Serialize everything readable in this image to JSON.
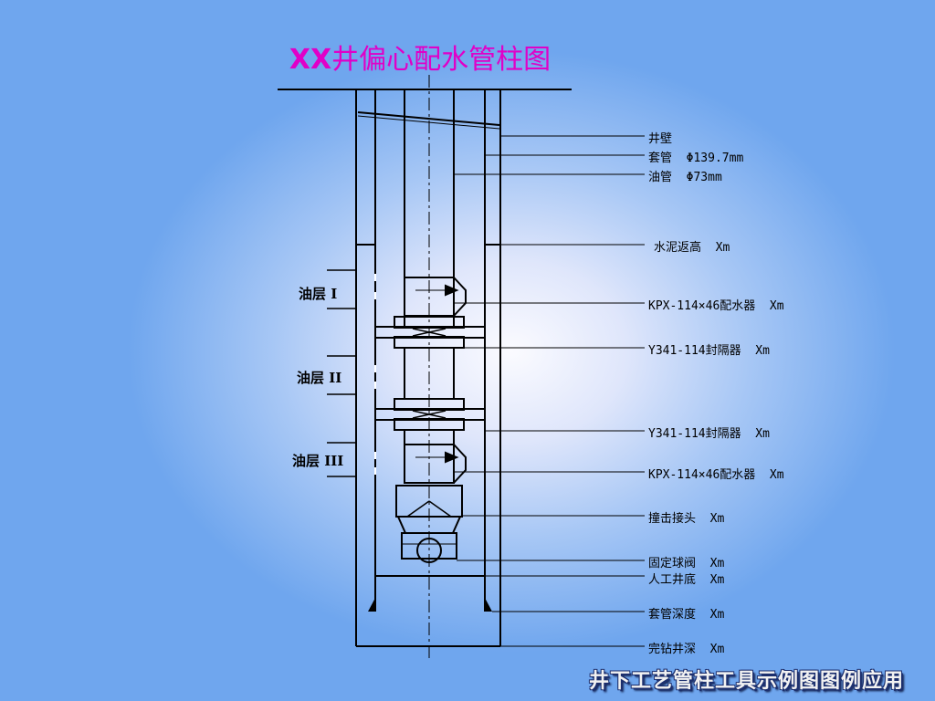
{
  "title": {
    "prefix": "XX",
    "rest": "井偏心配水管柱图"
  },
  "layers": [
    "油层 I",
    "油层 II",
    "油层 III"
  ],
  "labels": [
    "井壁",
    "套管  Φ139.7mm",
    "油管  Φ73mm",
    "水泥返高  Xm",
    "KPX-114×46配水器  Xm",
    "Y341-114封隔器  Xm",
    "Y341-114封隔器  Xm",
    "KPX-114×46配水器  Xm",
    "撞击接头  Xm",
    "固定球阀  Xm",
    "人工井底  Xm",
    "套管深度  Xm",
    "完钻井深  Xm"
  ],
  "footer": "井下工艺管柱工具示例图图例应用",
  "colors": {
    "title_prefix": "#e000c8",
    "title_rest": "#e000c8",
    "lines": "#000000"
  }
}
